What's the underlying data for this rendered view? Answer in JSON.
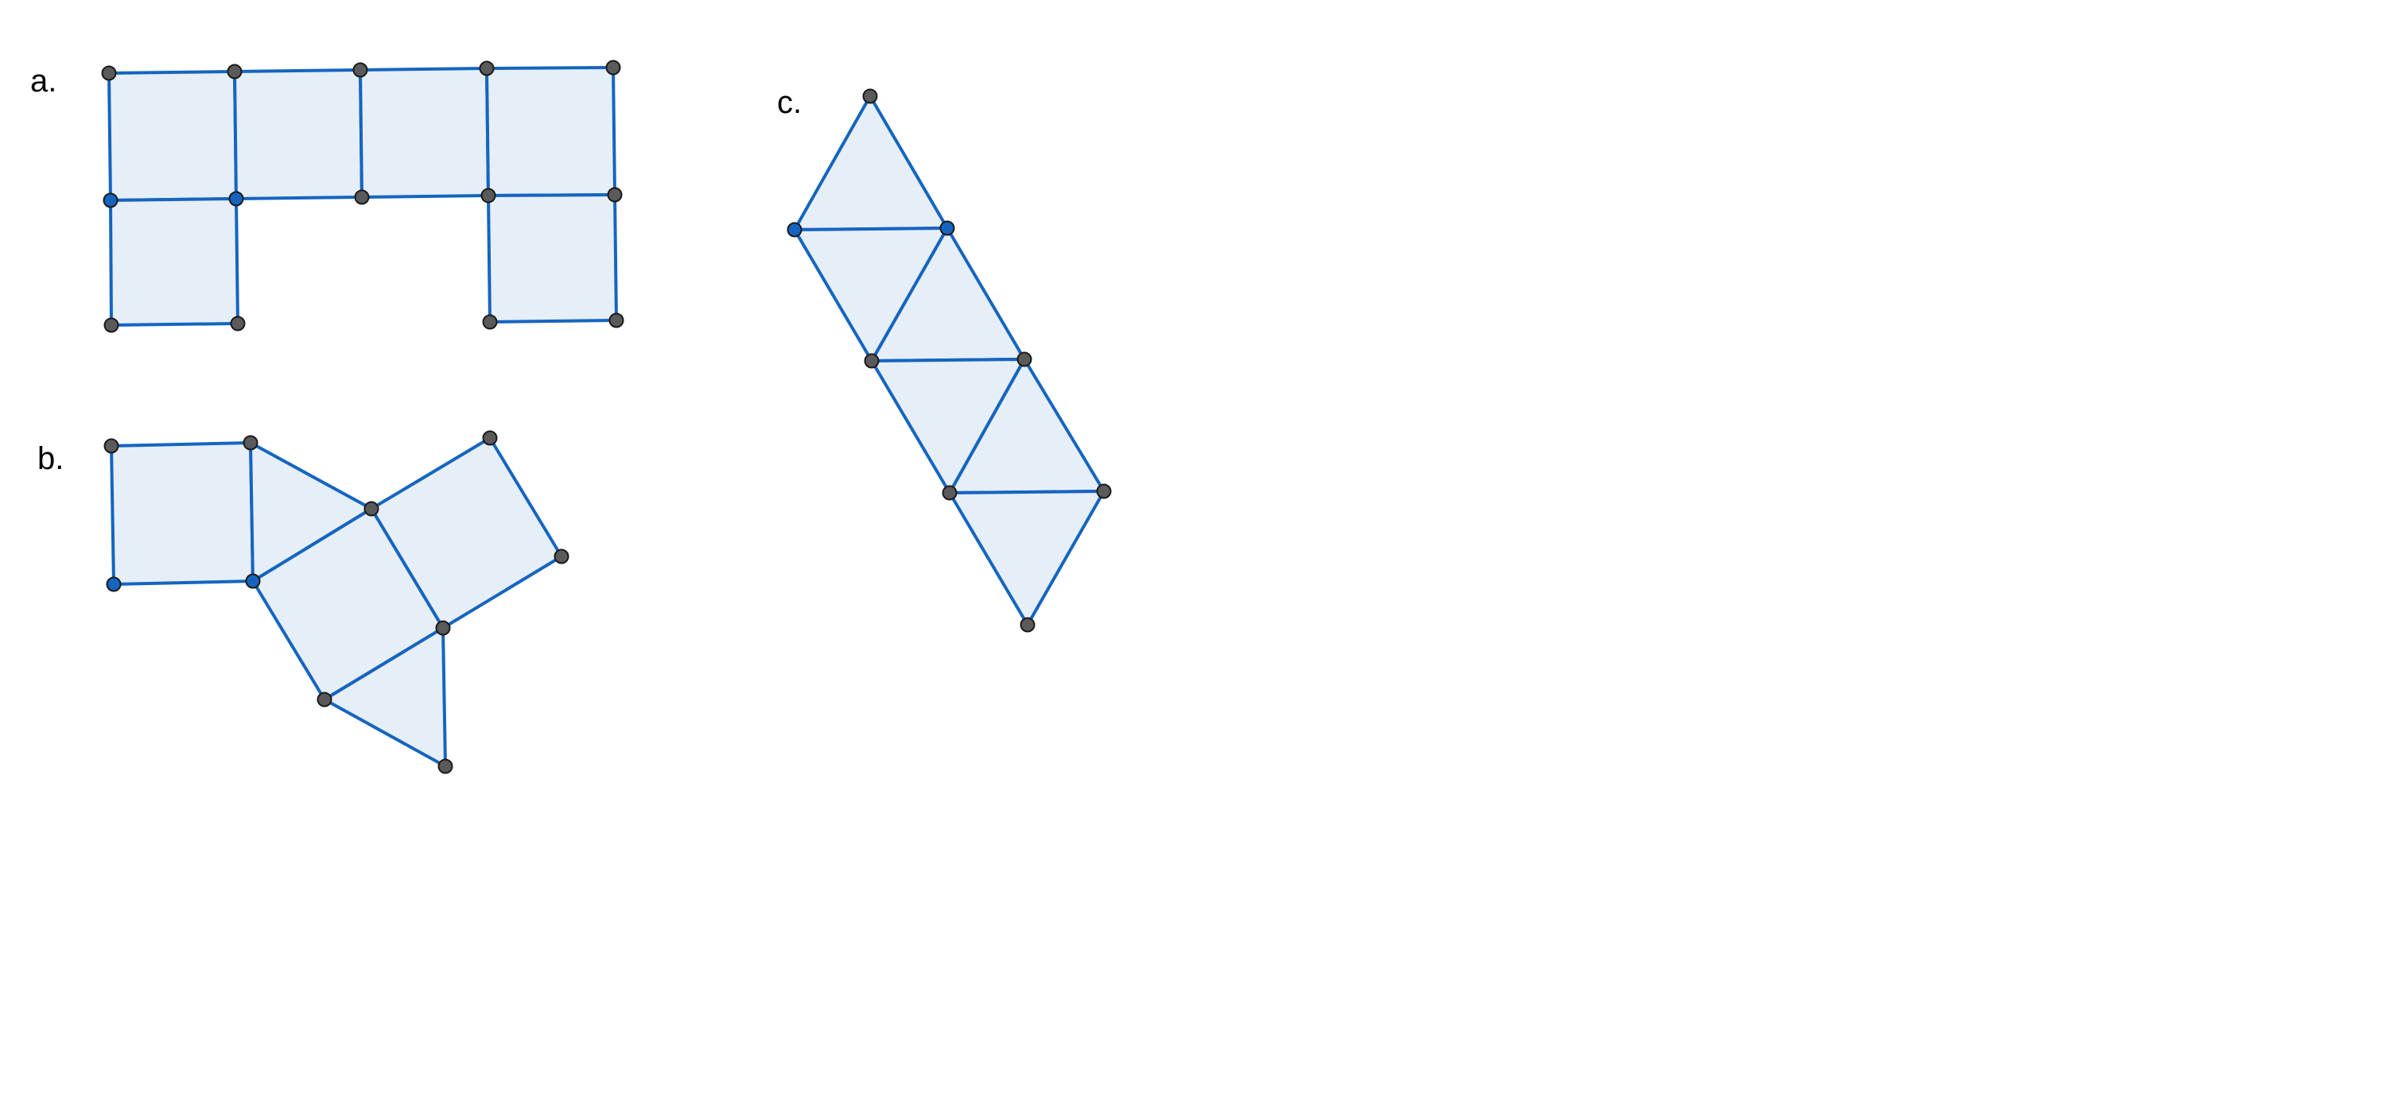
{
  "figures": [
    {
      "id": "a",
      "label": "a."
    },
    {
      "id": "b",
      "label": "b."
    },
    {
      "id": "c",
      "label": "c."
    }
  ],
  "colors": {
    "face_fill": "#e6eef8",
    "edge": "#1565c0",
    "vertex_default": "#5a5a5a",
    "vertex_highlight": "#1565c0"
  }
}
